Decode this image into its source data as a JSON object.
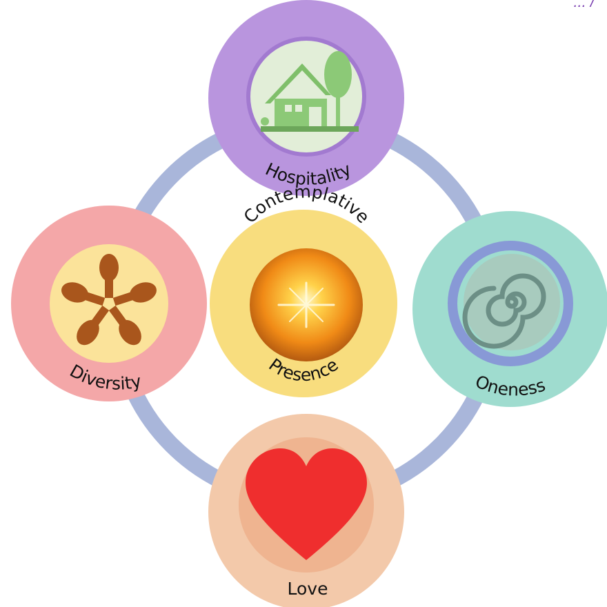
{
  "corner_fragment": "...  /",
  "center": {
    "top_label": "Contemplative",
    "bottom_label": "Presence"
  },
  "nodes": {
    "top": {
      "label": "Hospitality",
      "icon": "house-tree-icon"
    },
    "left": {
      "label": "Diversity",
      "icon": "hands-circle-icon"
    },
    "right": {
      "label": "Oneness",
      "icon": "spiral-icon"
    },
    "bottom": {
      "label": "Love",
      "icon": "heart-icon"
    }
  },
  "colors": {
    "ring": "#a9b6da",
    "hospitality": "#b995de",
    "diversity": "#f4a7a8",
    "oneness": "#9fdccf",
    "love": "#f3c9aa",
    "center": "#f8dd7e",
    "heart": "#ef2e2e",
    "hands": "#a9561c",
    "house": "#7fbf6a"
  }
}
